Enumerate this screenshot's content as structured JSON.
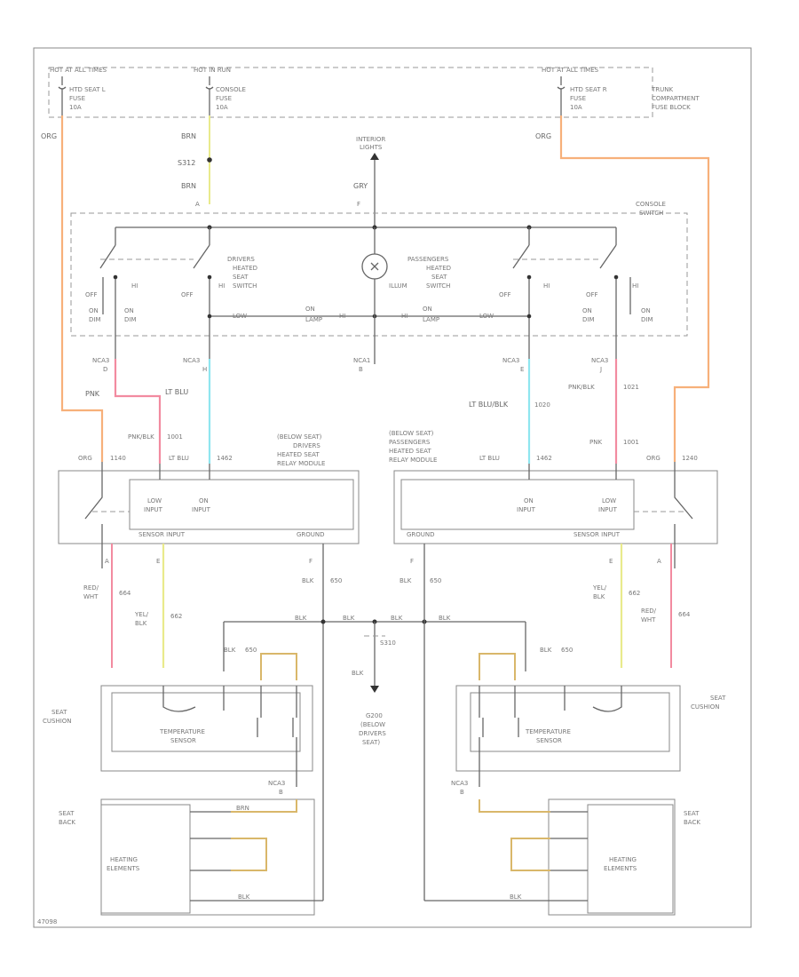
{
  "wire_colors": {
    "orange": "#f7b07a",
    "pink": "#f28ba0",
    "light_blue": "#8fe6ef",
    "yellow": "#e9ea8c",
    "tan_yellow": "#d9b76a"
  },
  "fuse_block": {
    "left_header": "HOT AT ALL TIMES",
    "center_header": "HOT IN RUN",
    "right_header": "HOT AT ALL TIMES",
    "left_fuse": [
      "HTD SEAT L",
      "FUSE",
      "10A"
    ],
    "center_fuse": [
      "CONSOLE",
      "FUSE",
      "10A"
    ],
    "right_fuse": [
      "HTD SEAT R",
      "FUSE",
      "10A"
    ],
    "block_label": [
      "TRUNK",
      "COMPARTMENT",
      "FUSE BLOCK"
    ]
  },
  "wires": {
    "left_orn": "ORG",
    "right_orn": "ORG",
    "center_brn": "BRN",
    "center_s": "S312",
    "center_brn2": "BRN",
    "gry": "GRY",
    "interior_lights": [
      "INTERIOR",
      "LIGHTS"
    ],
    "c_a": "A",
    "c_f": "F",
    "console_switch": [
      "CONSOLE",
      "SWITCH"
    ]
  },
  "switches": {
    "driver": [
      "DRIVERS",
      "HEATED",
      "SEAT",
      "SWITCH"
    ],
    "passenger": [
      "PASSENGERS",
      "HEATED",
      "SEAT",
      "SWITCH"
    ],
    "off": "OFF",
    "hi": "HI",
    "lo": "LO",
    "on": "ON",
    "illum": "ILLUM",
    "dimmer": "DIM",
    "lamp": "LAMP",
    "on_lamp": "ON",
    "low_lbl": "LOW"
  },
  "connectors": {
    "c_left_a": "NCA3",
    "c_left_b": "NCA3",
    "c_center": "NCA1",
    "c_right_a": "NCA3",
    "c_right_b": "NCA3",
    "pin_d": "D",
    "pin_h": "H",
    "pin_e": "E",
    "pin_b": "B",
    "pin_j": "J"
  },
  "left_side": {
    "pnk": "PNK",
    "lt_blu": "LT BLU",
    "pnk_blk": "PNK/BLK",
    "n1001": "1001",
    "n2": "1462",
    "org": "ORG",
    "n1": "1140",
    "ltblu2": "LT BLU",
    "module": [
      "(BELOW SEAT)",
      "DRIVERS",
      "HEATED SEAT",
      "RELAY MODULE"
    ],
    "low_input": [
      "LOW",
      "INPUT"
    ],
    "on_input": [
      "ON",
      "INPUT"
    ],
    "sensor_input": "SENSOR INPUT",
    "ground": "GROUND",
    "pin_a": "A",
    "pin_e": "E",
    "pin_f": "F",
    "red_wht": [
      "RED/",
      "WHT"
    ],
    "n_red": "664",
    "yel_blk": [
      "YEL/",
      "BLK"
    ],
    "n_yel": "662",
    "blk": "BLK",
    "n_blk": "650",
    "blk2": "BLK",
    "n_blk2": "650",
    "seat_cushion": [
      "SEAT",
      "CUSHION"
    ],
    "temp_sensor": [
      "TEMPERATURE",
      "SENSOR"
    ],
    "seat_back": [
      "SEAT",
      "BACK"
    ],
    "heating": [
      "HEATING",
      "ELEMENTS"
    ],
    "nca": "NCA3",
    "c_b": "B",
    "brn": "BRN",
    "blk_back": "BLK"
  },
  "right_side": {
    "lt_blu_blk": "LT BLU/BLK",
    "n1020": "1020",
    "pnk_blk": "PNK/BLK",
    "n1021": "1021",
    "pnk": "PNK",
    "n1001": "1001",
    "org": "ORG",
    "n1": "1240",
    "lt_blu": "LT BLU",
    "n2": "1462",
    "module": [
      "(BELOW SEAT)",
      "PASSENGERS",
      "HEATED SEAT",
      "RELAY MODULE"
    ],
    "on_input": [
      "ON",
      "INPUT"
    ],
    "low_input": [
      "LOW",
      "INPUT"
    ],
    "ground": "GROUND",
    "sensor_input": "SENSOR INPUT",
    "pin_f": "F",
    "pin_e": "E",
    "pin_a": "A",
    "blk": "BLK",
    "n_blk": "650",
    "yel_blk": [
      "YEL/",
      "BLK"
    ],
    "n_yel": "662",
    "red_wht": [
      "RED/",
      "WHT"
    ],
    "n_red": "664",
    "blk2": "BLK",
    "n_blk2": "650",
    "seat_cushion": [
      "SEAT",
      "CUSHION"
    ],
    "temp_sensor": [
      "TEMPERATURE",
      "SENSOR"
    ],
    "seat_back": [
      "SEAT",
      "BACK"
    ],
    "heating": [
      "HEATING",
      "ELEMENTS"
    ],
    "nca": "NCA3",
    "c_b": "B",
    "blk_back": "BLK"
  },
  "ground": {
    "s310": "S310",
    "blk": "BLK",
    "blk_splice": "BLK",
    "g200": [
      "G200",
      "(BELOW",
      "DRIVERS",
      "SEAT)"
    ]
  },
  "footer": "47098"
}
